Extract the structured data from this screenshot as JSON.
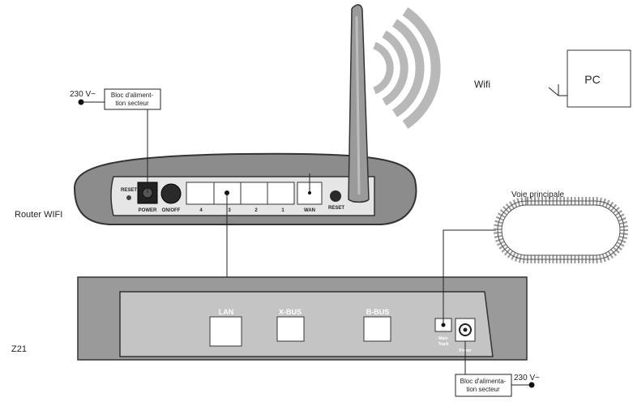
{
  "labels": {
    "router": "Router WIFI",
    "z21": "Z21",
    "wifi": "Wifi",
    "pc": "PC",
    "voie": "Voie principale"
  },
  "power_top": {
    "voltage": "230 V~",
    "bloc_line1": "Bloc d'aliment-",
    "bloc_line2": "tion secteur"
  },
  "power_bottom": {
    "voltage": "230 V~",
    "bloc_line1": "Bloc d'alimenta-",
    "bloc_line2": "tion secteur"
  },
  "router_panel": {
    "reset_left": "RESET",
    "power": "POWER",
    "onoff": "ON/OFF",
    "port4": "4",
    "port3": "3",
    "port2": "2",
    "port1": "1",
    "wan": "WAN",
    "reset_right": "RESET"
  },
  "z21_panel": {
    "lan": "LAN",
    "xbus": "X-BUS",
    "bbus": "B-BUS",
    "main_track_1": "Main",
    "main_track_2": "Track",
    "power": "Power"
  },
  "colors": {
    "router_body": "#8c8c8c",
    "router_panel": "#e6e6e6",
    "antenna": "#9a9a9a",
    "wifi_waves": "#b8b8b8",
    "z21_body": "#9a9a9a",
    "z21_panel": "#c4c4c4",
    "track": "#9a9a9a"
  }
}
